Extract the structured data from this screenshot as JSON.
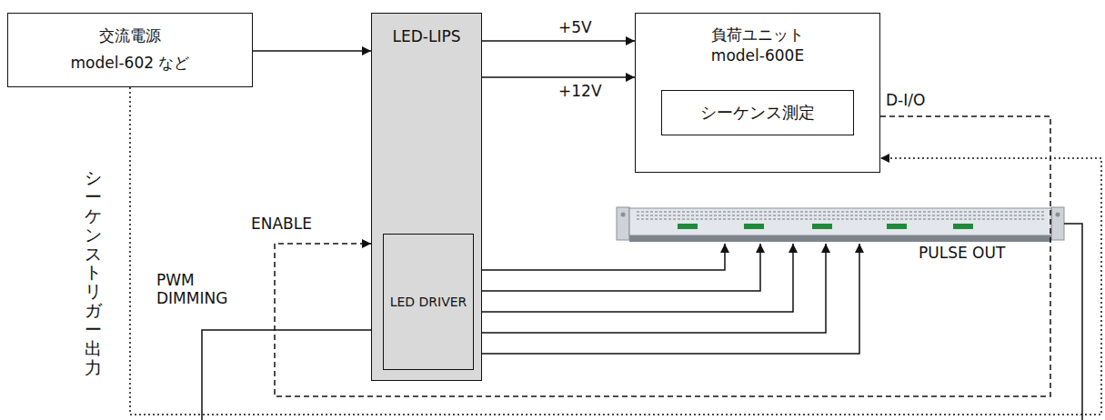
{
  "diagram": {
    "nodes": [
      {
        "text": [
          "交流電源",
          "model-602 など"
        ]
      },
      {
        "text": [
          "LED-LIPS"
        ]
      },
      {
        "text": [
          "LED DRIVER"
        ],
        "in": 1
      },
      {
        "text": [
          "負荷ユニット",
          "model-600E"
        ]
      },
      {
        "text": [
          "シーケンス測定"
        ],
        "in": 3
      }
    ],
    "edges": [
      {
        "from": 0,
        "to": 1,
        "arrow": "to"
      },
      {
        "from": 1,
        "to": 3,
        "label": "+5V",
        "arrow": "to"
      },
      {
        "from": 1,
        "to": 3,
        "label": "+12V",
        "arrow": "to"
      },
      {
        "from": 3,
        "to": 1,
        "label": "D-I/O",
        "arrow": "to"
      },
      {
        "from": 0,
        "to": 3,
        "label": "シーケンストリガー出力",
        "arrow": "to"
      }
    ],
    "labels": [
      "ENABLE",
      "PWM DIMMING",
      "PULSE OUT"
    ]
  }
}
